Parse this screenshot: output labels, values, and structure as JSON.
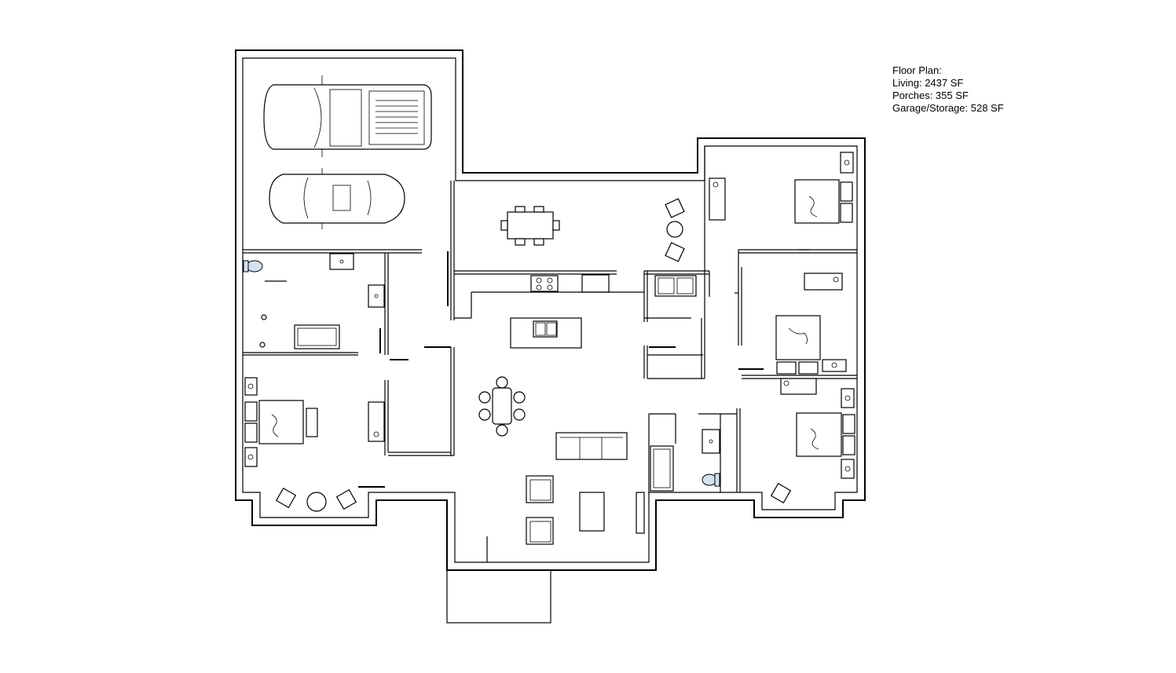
{
  "legend": {
    "title": "Floor Plan:",
    "living": "Living: 2437 SF",
    "porches": "Porches: 355 SF",
    "garage": "Garage/Storage: 528 SF"
  },
  "colors": {
    "line": "#000000",
    "background": "#ffffff",
    "fixture": "#cfe3f3"
  }
}
